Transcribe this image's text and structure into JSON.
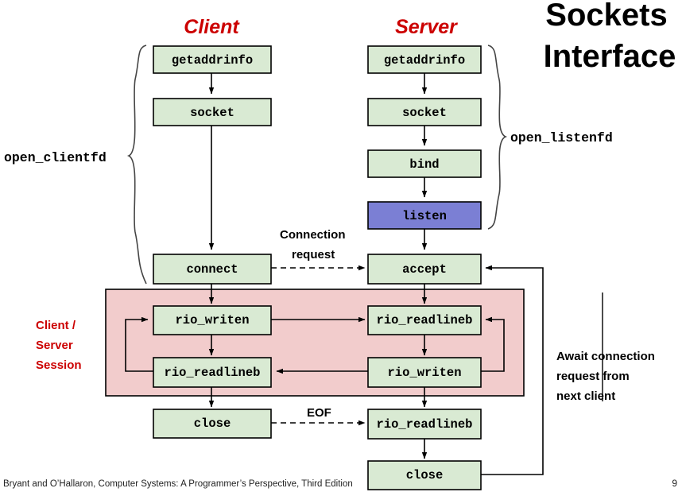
{
  "slide": {
    "title_line1": "Sockets",
    "title_line2": "Interface",
    "page_number": "9",
    "footer": "Bryant and O’Hallaron, Computer Systems: A Programmer’s Perspective, Third Edition"
  },
  "columns": {
    "client_heading": "Client",
    "server_heading": "Server"
  },
  "braces": {
    "open_clientfd": "open_clientfd",
    "open_listenfd": "open_listenfd"
  },
  "annotations": {
    "connection_request_line1": "Connection",
    "connection_request_line2": "request",
    "session_line1": "Client /",
    "session_line2": "Server",
    "session_line3": "Session",
    "await_line1": "Await connection",
    "await_line2": "request from",
    "await_line3": "next client",
    "eof": "EOF"
  },
  "client_boxes": [
    {
      "id": "client-getaddrinfo",
      "label": "getaddrinfo",
      "color": "green"
    },
    {
      "id": "client-socket",
      "label": "socket",
      "color": "green"
    },
    {
      "id": "client-connect",
      "label": "connect",
      "color": "green"
    },
    {
      "id": "client-rio-writen",
      "label": "rio_writen",
      "color": "green"
    },
    {
      "id": "client-rio-readlineb",
      "label": "rio_readlineb",
      "color": "green"
    },
    {
      "id": "client-close",
      "label": "close",
      "color": "green"
    }
  ],
  "server_boxes": [
    {
      "id": "server-getaddrinfo",
      "label": "getaddrinfo",
      "color": "green"
    },
    {
      "id": "server-socket",
      "label": "socket",
      "color": "green"
    },
    {
      "id": "server-bind",
      "label": "bind",
      "color": "green"
    },
    {
      "id": "server-listen",
      "label": "listen",
      "color": "purple"
    },
    {
      "id": "server-accept",
      "label": "accept",
      "color": "green"
    },
    {
      "id": "server-rio-readlineb",
      "label": "rio_readlineb",
      "color": "green"
    },
    {
      "id": "server-rio-writen",
      "label": "rio_writen",
      "color": "green"
    },
    {
      "id": "server-rio-readlineb-2",
      "label": "rio_readlineb",
      "color": "green"
    },
    {
      "id": "server-close",
      "label": "close",
      "color": "green"
    }
  ],
  "colors": {
    "box_green": "#d9ead3",
    "box_purple": "#7b7fd4",
    "session_pink": "#f2cccc",
    "heading_red": "#cc0000",
    "stroke": "#000000"
  }
}
